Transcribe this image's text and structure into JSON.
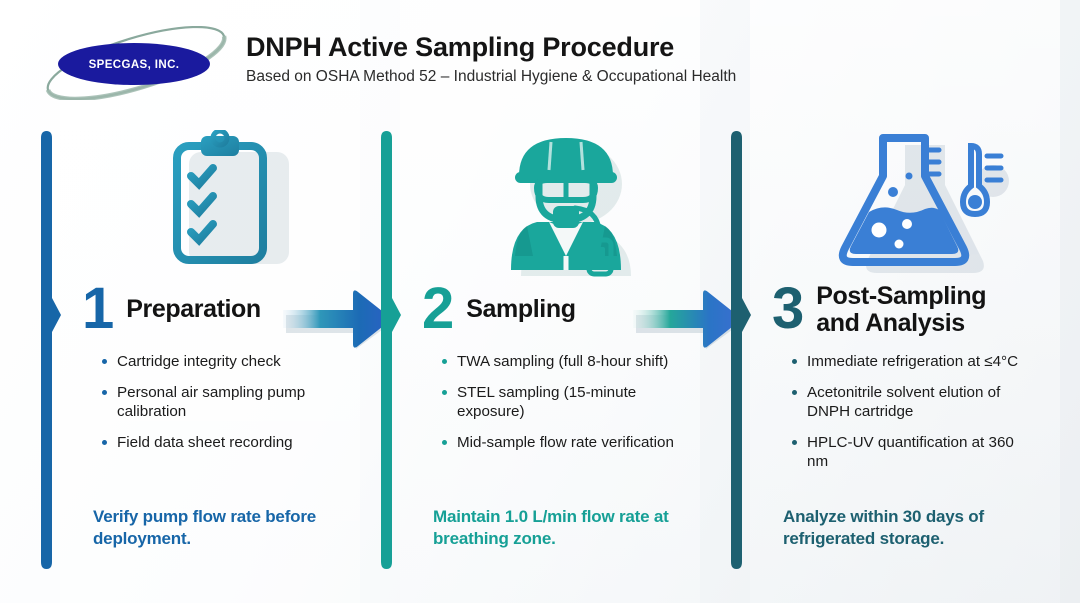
{
  "header": {
    "logo_text": "SPECGAS, INC.",
    "title": "DNPH Active Sampling Procedure",
    "subtitle": "Based on OSHA Method 52 – Industrial Hygiene & Occupational Health"
  },
  "colors": {
    "step1": "#1766a8",
    "step2": "#16a096",
    "step3": "#1d6070",
    "heading": "#131313",
    "body": "#1b1b1b",
    "logo_ellipse": "#1a1a9e",
    "logo_ring": "#8aa99d",
    "arrow_1_from": "#cfe3f0",
    "arrow_1_to": "#1f63b8",
    "arrow_2_from": "#d8efe9",
    "arrow_2_to": "#3a6fd0"
  },
  "steps": [
    {
      "number": "1",
      "title": "Preparation",
      "icon": "clipboard-checklist-icon",
      "bullets": [
        "Cartridge integrity check",
        "Personal air sampling pump calibration",
        "Field data sheet recording"
      ],
      "footnote": "Verify pump flow rate before deployment."
    },
    {
      "number": "2",
      "title": "Sampling",
      "icon": "worker-with-sampling-pump-icon",
      "bullets": [
        "TWA sampling (full 8-hour shift)",
        "STEL sampling (15-minute exposure)",
        "Mid-sample flow rate verification"
      ],
      "footnote": "Maintain 1.0 L/min flow rate at breathing zone."
    },
    {
      "number": "3",
      "title": "Post-Sampling and Analysis",
      "icon": "flask-thermometer-icon",
      "bullets": [
        "Immediate refrigeration at ≤4°C",
        "Acetonitrile solvent elution of DNPH cartridge",
        "HPLC-UV quantification at 360 nm"
      ],
      "footnote": "Analyze within 30 days of refrigerated storage."
    }
  ],
  "connectors": [
    {
      "name": "arrow-step1-to-step2"
    },
    {
      "name": "arrow-step2-to-step3"
    }
  ]
}
